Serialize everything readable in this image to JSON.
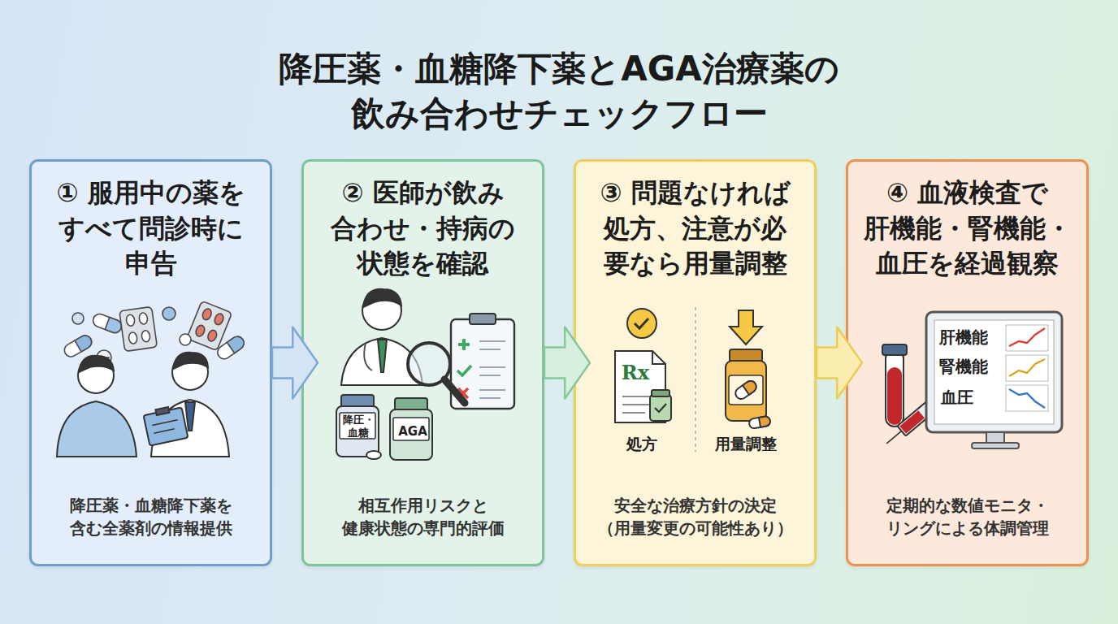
{
  "diagram": {
    "title": "降圧薬・血糖降下薬とAGA治療薬の 飲み合わせチェックフロー",
    "nodes": [
      {
        "text": [
          "① 服用中の薬を すべて問診時に 申告",
          "降圧薬・血糖降下薬を 含む全薬剤の情報提供"
        ]
      },
      {
        "text": [
          "② 医師が飲み 合わせ・持病の 状態を確認",
          "降圧・ 血糖",
          "AGA",
          "相互作用リスクと 健康状態の専門的評価"
        ]
      },
      {
        "text": [
          "③ 問題なければ 処方、注意が必 要なら用量調整",
          "Rx",
          "処方",
          "用量調整",
          "安全な治療方針の決定 （用量変更の可能性あり）"
        ]
      },
      {
        "text": [
          "④ 血液検査で 肝機能・腎機能・ 血圧を経過観察",
          "肝機能",
          "腎機能",
          "血圧",
          "定期的な数値モニタ・ リングによる体調管理"
        ]
      }
    ],
    "edges": [
      {
        "from": 0,
        "to": 1,
        "arrow": "to"
      },
      {
        "from": 1,
        "to": 2,
        "arrow": "to"
      },
      {
        "from": 2,
        "to": 3,
        "arrow": "to"
      }
    ]
  }
}
